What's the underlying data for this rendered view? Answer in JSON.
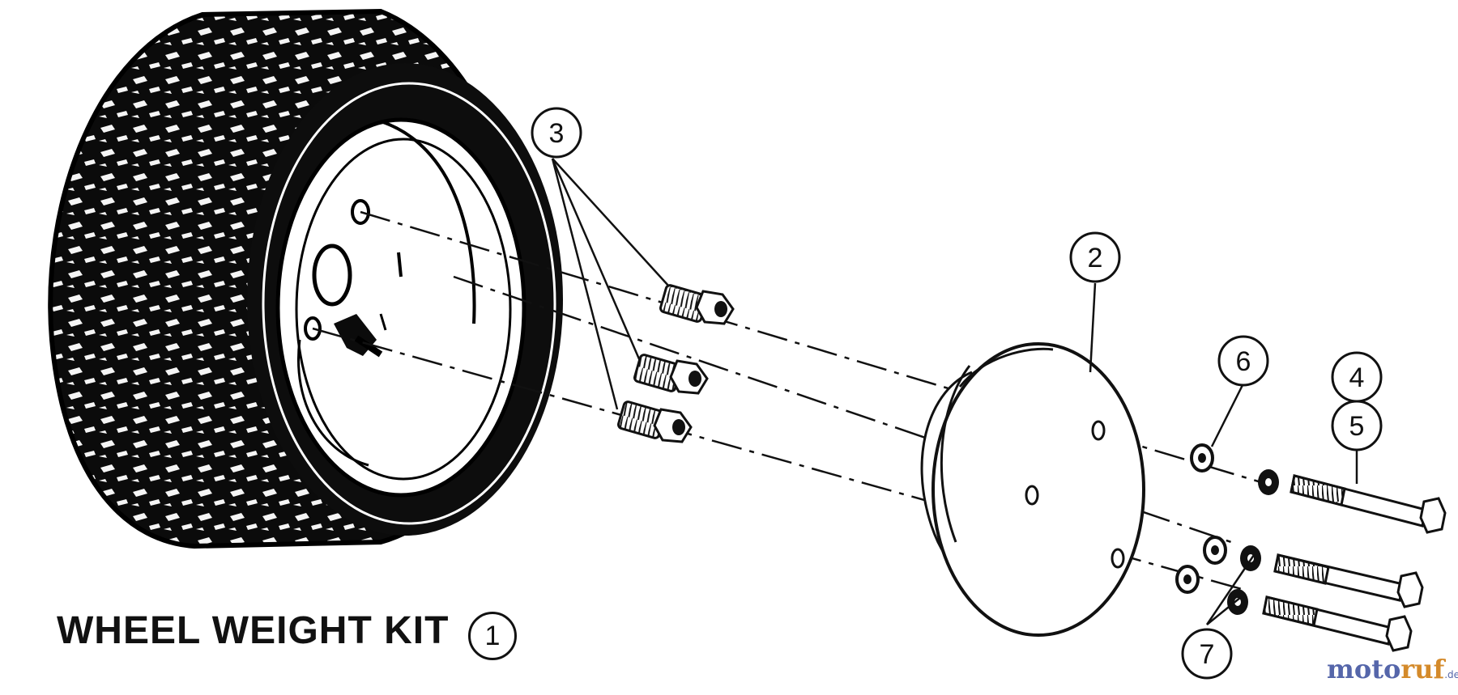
{
  "title": "WHEEL WEIGHT KIT",
  "title_callout": "1",
  "callouts": [
    "3",
    "2",
    "6",
    "4",
    "5",
    "7"
  ],
  "brand": {
    "part1": "moto",
    "part2": "ruf",
    "part3": ".de"
  }
}
